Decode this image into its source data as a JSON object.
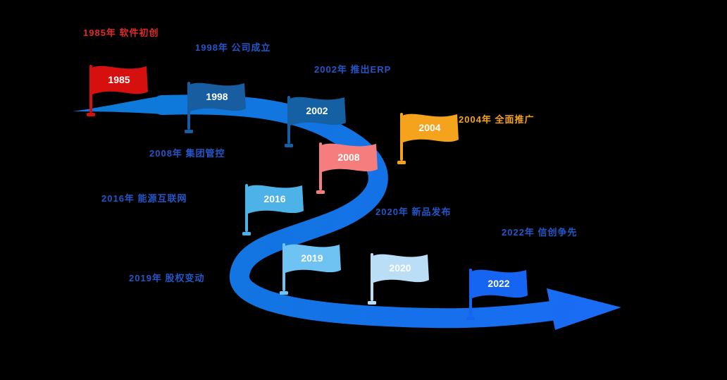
{
  "background": "#000000",
  "arrow": {
    "color_start": "#0d7bd6",
    "color_end": "#1a6bf5"
  },
  "milestones": [
    {
      "year": "1985",
      "label": "1985年 软件初创",
      "flag_color": "#d60f0f",
      "label_color": "#e02a2a"
    },
    {
      "year": "1998",
      "label": "1998年 公司成立",
      "flag_color": "#175d9f",
      "label_color": "#2456c8"
    },
    {
      "year": "2002",
      "label": "2002年 推出ERP",
      "flag_color": "#1560a2",
      "label_color": "#2456c8"
    },
    {
      "year": "2004",
      "label": "2004年 全面推广",
      "flag_color": "#f5a21c",
      "label_color": "#f5a21c"
    },
    {
      "year": "2008",
      "label": "2008年 集团管控",
      "flag_color": "#f57d7d",
      "label_color": "#2456c8"
    },
    {
      "year": "2016",
      "label": "2016年 能源互联网",
      "flag_color": "#4cb2e8",
      "label_color": "#2456c8"
    },
    {
      "year": "2019",
      "label": "2019年 股权变动",
      "flag_color": "#6fc3f2",
      "label_color": "#2456c8"
    },
    {
      "year": "2020",
      "label": "2020年 新品发布",
      "flag_color": "#badef6",
      "label_color": "#2456c8"
    },
    {
      "year": "2022",
      "label": "2022年 信创争先",
      "flag_color": "#1565f2",
      "label_color": "#2456c8"
    }
  ]
}
